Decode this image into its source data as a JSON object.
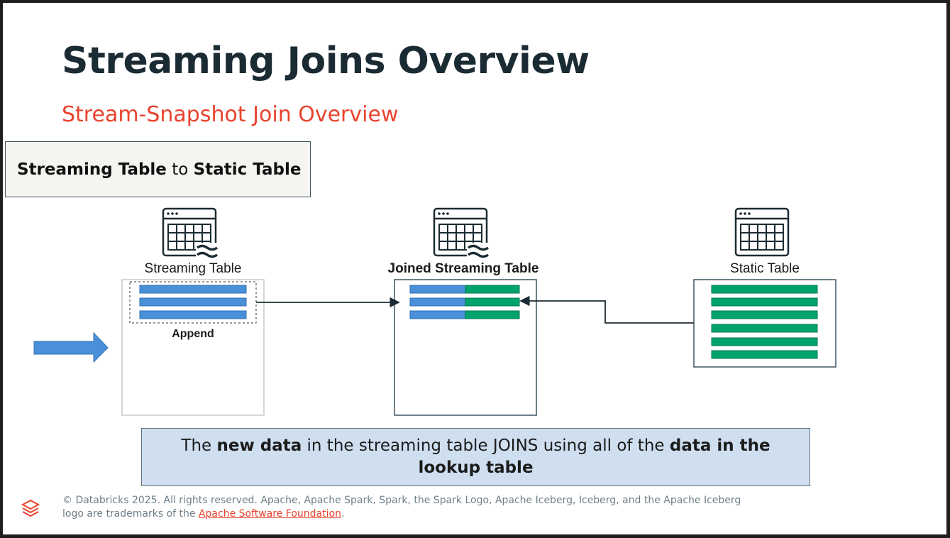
{
  "slide": {
    "title": "Streaming Joins Overview",
    "subtitle": "Stream-Snapshot Join Overview",
    "join_label": {
      "part1": "Streaming Table",
      "part2": " to ",
      "part3": "Static Table"
    },
    "colors": {
      "title": "#1b2b33",
      "accent": "#e8432e",
      "stream_rows": "#4a90d9",
      "static_rows": "#00a36c",
      "caption_bg": "#cfdff0",
      "label_bg": "#f6f4f0"
    }
  },
  "diagram": {
    "streaming_table": {
      "label": "Streaming Table",
      "icon": "streaming-table-icon",
      "append_label": "Append",
      "rows": 3
    },
    "joined_table": {
      "label": "Joined Streaming Table",
      "icon": "streaming-table-icon",
      "rows": 3
    },
    "static_table": {
      "label": "Static Table",
      "icon": "table-icon",
      "rows": 6
    },
    "input_arrow_icon": "right-arrow-icon"
  },
  "caption": {
    "t1": "The ",
    "b1": "new data",
    "t2": " in the streaming table JOINS using all of the ",
    "b2": "data in the lookup table"
  },
  "footer": {
    "text1": "© Databricks 2025. All rights reserved. Apache, Apache Spark, Spark, the Spark Logo, Apache Iceberg, Iceberg, and the Apache Iceberg logo are trademarks of the ",
    "link": "Apache Software Foundation",
    "text2": ".",
    "logo_icon": "databricks-logo-icon"
  }
}
